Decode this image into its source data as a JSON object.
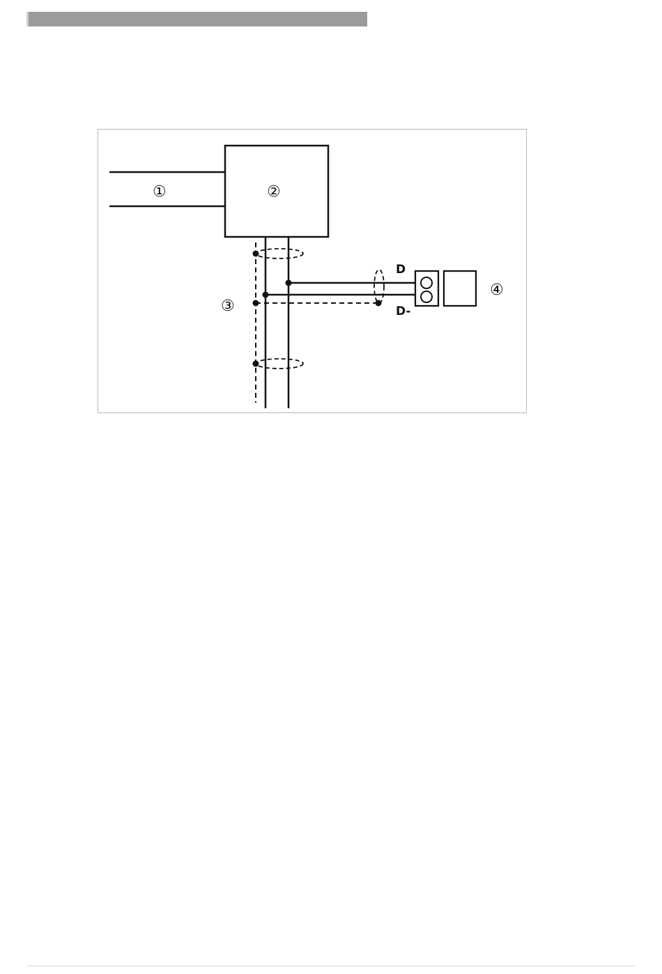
{
  "figure": {
    "callouts": {
      "c1": "①",
      "c2": "②",
      "c3": "③",
      "c4": "④"
    },
    "pins": {
      "d_plus": "D",
      "d_minus": "D-"
    }
  },
  "colors": {
    "header_bar": "#9b9b9b",
    "line": "#111111",
    "frame": "#b9b9b9"
  }
}
